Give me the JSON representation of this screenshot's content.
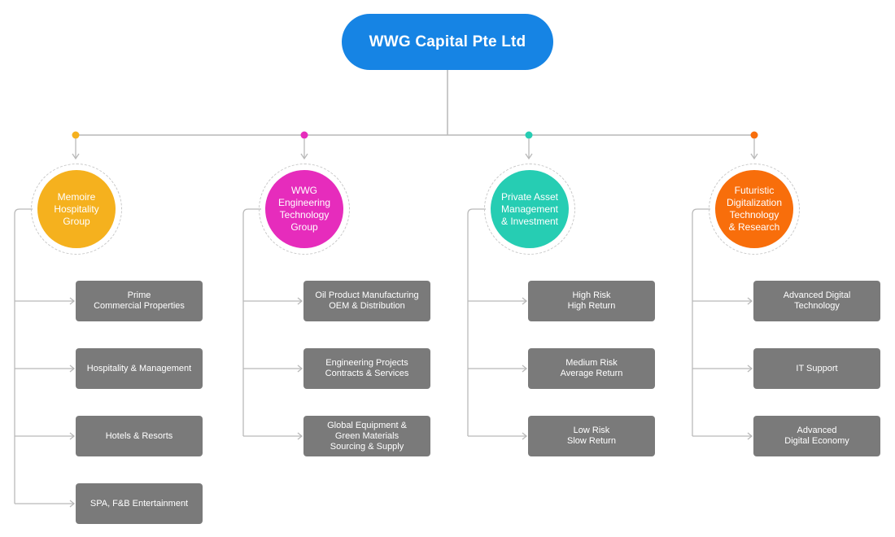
{
  "root": {
    "label": "WWG Capital Pte Ltd",
    "color": "#1684e4"
  },
  "connector_color": "#b9b9b9",
  "branch_layout": "four columns of divisions under root, each with vertical stack of services",
  "divisions": [
    {
      "label": "Memoire\nHospitality\nGroup",
      "color": "#f5b11e",
      "items": [
        "Prime\nCommercial Properties",
        "Hospitality & Management",
        "Hotels & Resorts",
        "SPA, F&B Entertainment"
      ]
    },
    {
      "label": "WWG\nEngineering\nTechnology\nGroup",
      "color": "#e62cbc",
      "items": [
        "Oil Product Manufacturing\nOEM & Distribution",
        "Engineering Projects\nContracts & Services",
        "Global Equipment &\nGreen Materials\nSourcing & Supply"
      ]
    },
    {
      "label": "Private Asset\nManagement\n& Investment",
      "color": "#26cdb3",
      "items": [
        "High Risk\nHigh Return",
        "Medium Risk\nAverage Return",
        "Low Risk\nSlow Return"
      ]
    },
    {
      "label": "Futuristic\nDigitalization\nTechnology\n& Research",
      "color": "#f86e0b",
      "items": [
        "Advanced Digital\nTechnology",
        "IT Support",
        "Advanced\nDigital Economy"
      ]
    }
  ]
}
